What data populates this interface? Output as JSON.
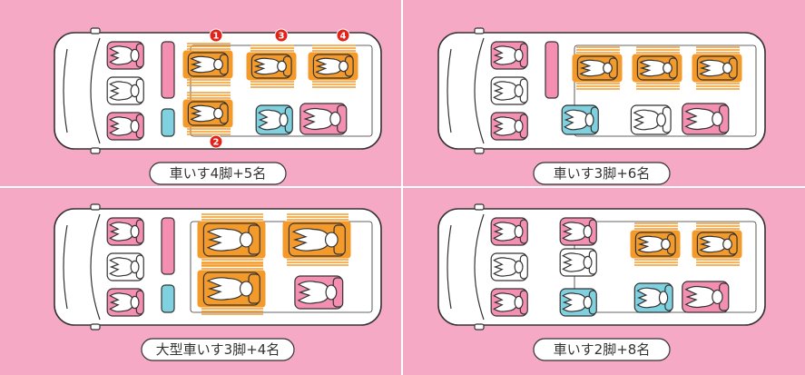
{
  "colors": {
    "background": "#f6a9c4",
    "divider": "#ffffff",
    "van_body": "#ffffff",
    "outline": "#333333",
    "wheelchair": "#f39a2b",
    "seat_pink": "#f48fb1",
    "seat_cyan": "#7fd1e0",
    "badge_red": "#e2231a",
    "label_fill": "#ffffff"
  },
  "panels": [
    {
      "id": "tl",
      "label": "車いす4脚+5名",
      "wheelchairs": 4,
      "passengers": 5,
      "numbered_positions": [
        "1",
        "2",
        "3",
        "4"
      ]
    },
    {
      "id": "tr",
      "label": "車いす3脚+6名",
      "wheelchairs": 3,
      "passengers": 6,
      "numbered_positions": []
    },
    {
      "id": "bl",
      "label": "大型車いす3脚+4名",
      "wheelchairs": 3,
      "passengers": 4,
      "numbered_positions": []
    },
    {
      "id": "br",
      "label": "車いす2脚+8名",
      "wheelchairs": 2,
      "passengers": 8,
      "numbered_positions": []
    }
  ],
  "icons": {
    "wheelchair_seat": "wheelchair-passenger-icon",
    "seated_person": "seated-passenger-icon",
    "badge": "numbered-circle-icon"
  }
}
